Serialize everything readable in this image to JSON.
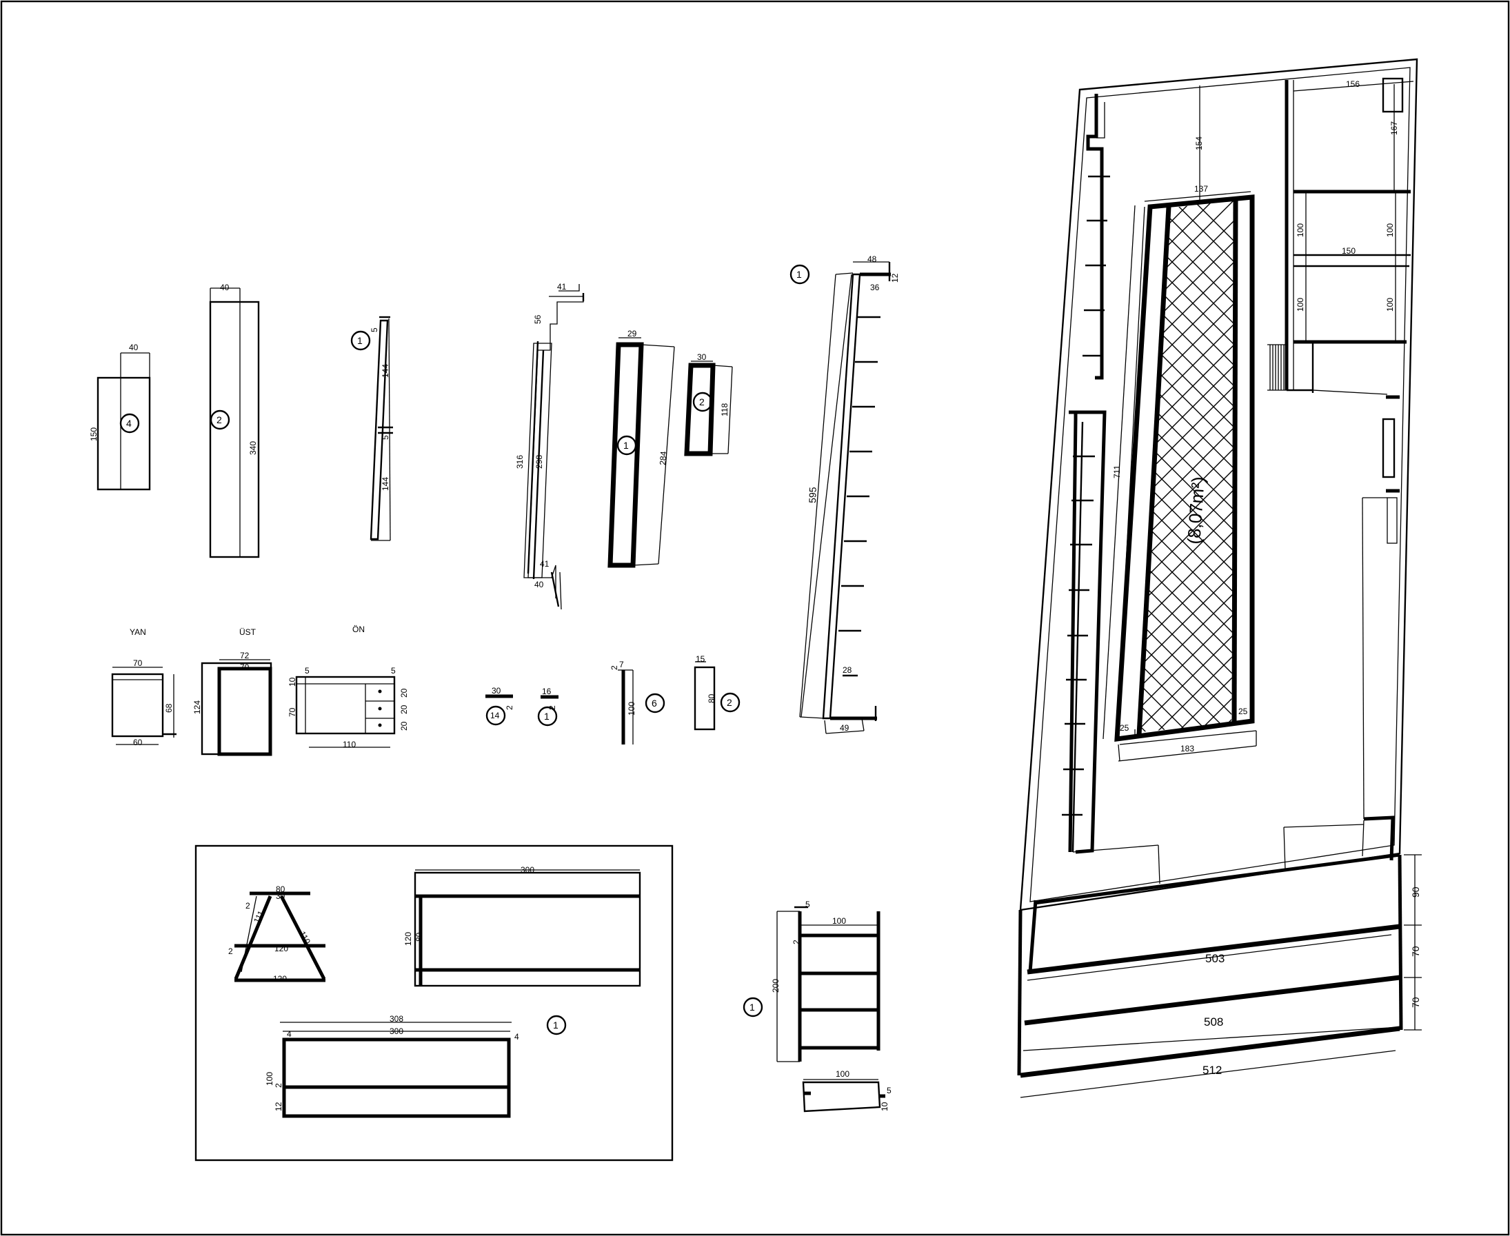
{
  "view_labels": {
    "yan": "YAN",
    "ust": "ÜST",
    "on": "ÖN"
  },
  "part_tags": {
    "a4": "4",
    "b2": "2",
    "c1": "1",
    "g1": "1",
    "h2": "2",
    "i1": "1",
    "n14": "14",
    "n1": "1",
    "n6": "6",
    "n2": "2",
    "panel1": "1",
    "shelf1": "1"
  },
  "dims": {
    "a_w": "40",
    "a_h": "150",
    "b_w": "40",
    "b_h": "340",
    "c_a": "144",
    "c_b": "144",
    "c_c": "5",
    "c_d": "5",
    "f_a": "316",
    "f_b": "298",
    "f_c": "41",
    "f_d": "40",
    "f_e": "41",
    "f_f": "56",
    "g_w": "29",
    "g_h": "284",
    "h_w": "30",
    "h_h": "118",
    "i_top": "48",
    "i_inner": "36",
    "i_len": "595",
    "i_bot": "49",
    "i_b2": "28",
    "i_s": "12",
    "yan_w": "70",
    "yan_h": "68",
    "yan_b": "60",
    "ust_w": "72",
    "ust_w2": "70",
    "ust_h": "124",
    "on_w": "110",
    "on_h": "70",
    "on_a": "5",
    "on_b": "5",
    "on_c": "10",
    "on_d": "20",
    "on_e": "20",
    "on_f": "20",
    "n14_w": "30",
    "n14_t": "2",
    "n1_w": "16",
    "n1_t": "2",
    "n6_t": "7",
    "n6_t2": "2",
    "n6_h": "100",
    "n2_w": "15",
    "n2_h": "80",
    "tri_top": "80",
    "tri_top2": "30",
    "tri_mid": "120",
    "tri_bot": "120",
    "tri_side": "110",
    "tri_side2": "111",
    "tri_t": "2",
    "tri_t2": "2",
    "rect_w": "300",
    "rect_h": "120",
    "rect_h2": "80",
    "bench_w": "308",
    "bench_w2": "300",
    "bench_h": "100",
    "bench_a": "4",
    "bench_b": "4",
    "bench_c": "2",
    "bench_d": "12",
    "sh_w": "100",
    "sh_h": "200",
    "sh_t": "5",
    "sh_a": "2",
    "sh_bw": "100",
    "sh_bt": "5",
    "sh_bh": "10",
    "plan_156": "156",
    "plan_167": "167",
    "plan_154": "154",
    "plan_137": "137",
    "plan_100a": "100",
    "plan_100b": "100",
    "plan_100c": "100",
    "plan_100d": "100",
    "plan_150": "150",
    "plan_711": "711",
    "plan_183": "183",
    "plan_25a": "25",
    "plan_25b": "25",
    "plan_90": "90",
    "plan_70a": "70",
    "plan_70b": "70",
    "plan_503": "503",
    "plan_508": "508",
    "plan_512": "512"
  },
  "plan_area_label": "(8,07m²)"
}
